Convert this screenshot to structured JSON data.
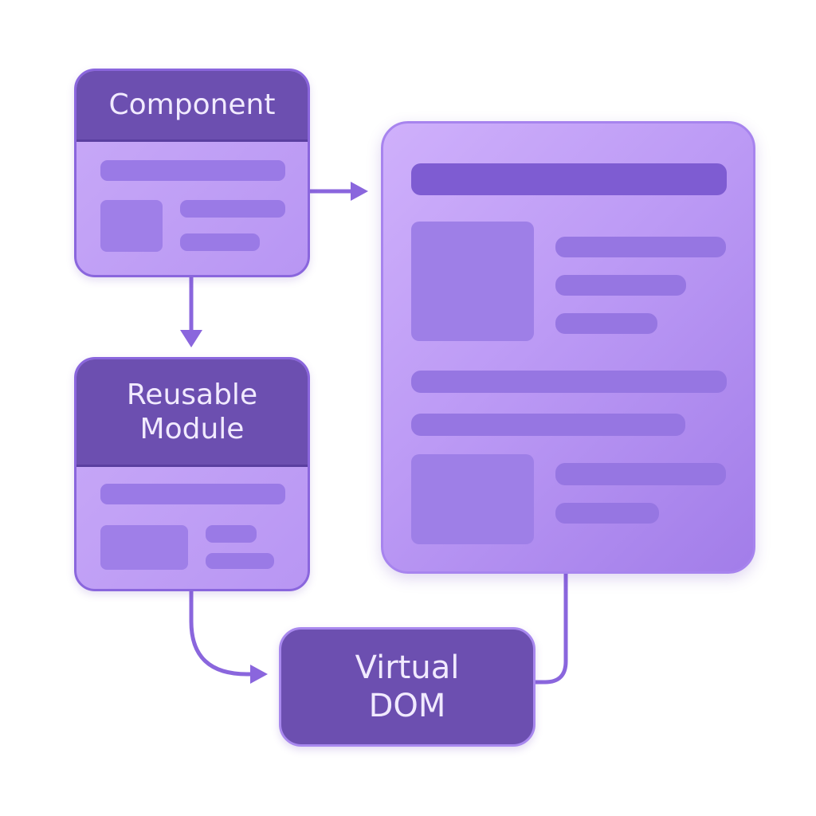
{
  "component": {
    "title": "Component"
  },
  "reusable_module": {
    "title_line1": "Reusable",
    "title_line2": "Module"
  },
  "virtual_dom": {
    "title_line1": "Virtual",
    "title_line2": "DOM"
  },
  "colors": {
    "header_purple": "#6c4fb0",
    "card_body": "#c3a3f7",
    "placeholder_bar": "#9a7ae6",
    "connector": "#8a66dd"
  }
}
